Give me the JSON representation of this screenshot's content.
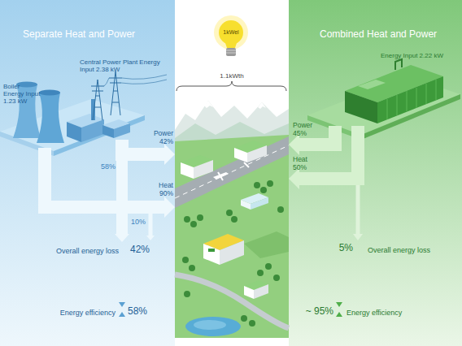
{
  "diagram": {
    "nodes": [
      {
        "text": [
          "Separate Heat and Power"
        ]
      },
      {
        "text": [
          "Central Power Plant Energy Input 2.38 kW"
        ],
        "in": 0
      },
      {
        "text": [
          "Boiler Energy Input 1.23 kW"
        ],
        "in": 0
      },
      {
        "text": [
          "1kWel"
        ]
      },
      {
        "text": [
          "1.1kWth"
        ]
      },
      {
        "text": [
          "Combined Heat and Power"
        ]
      },
      {
        "text": [
          "Energy Input 2.22 kW"
        ],
        "in": 5
      }
    ],
    "edges": [
      {
        "from": 1,
        "to": 4,
        "label": "Power 42%",
        "arrow": "to"
      },
      {
        "from": 2,
        "to": 4,
        "label": "Heat 90%",
        "arrow": "to"
      },
      {
        "from": 6,
        "to": 4,
        "label": "Power 45%",
        "arrow": "to"
      },
      {
        "from": 6,
        "to": 4,
        "label": "Heat 50%",
        "arrow": "to"
      }
    ],
    "labels": [
      "58%",
      "10%",
      "Overall energy loss",
      "42%",
      "Energy efficiency",
      "58%",
      "5%",
      "Overall energy loss",
      "~ 95%",
      "Energy efficiency"
    ]
  }
}
